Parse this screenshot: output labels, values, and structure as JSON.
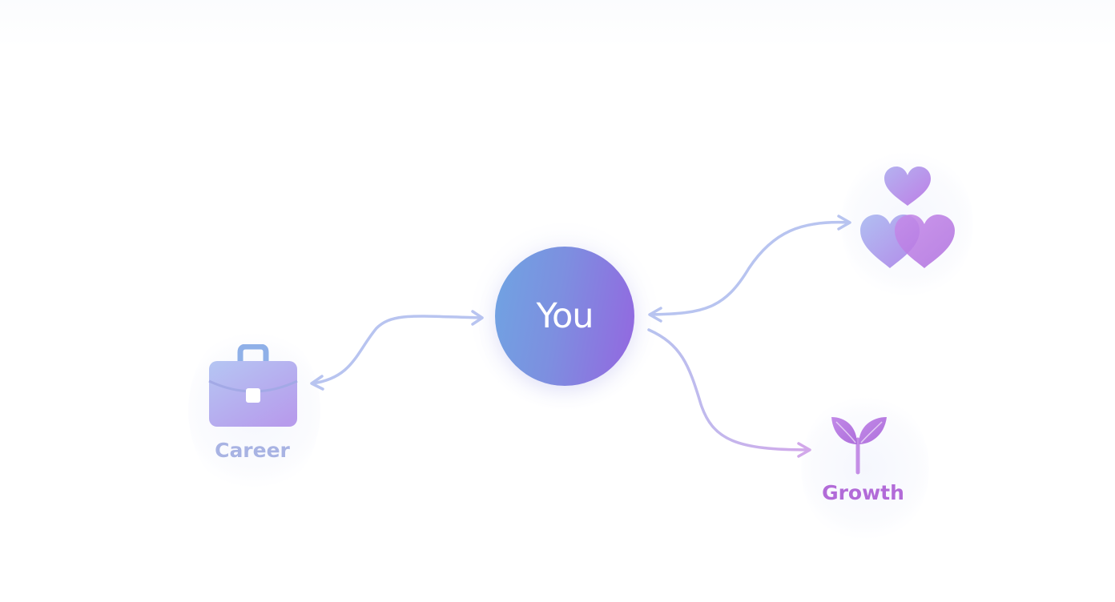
{
  "center": {
    "label": "You"
  },
  "nodes": {
    "career": {
      "label": "Career",
      "icon": "briefcase-icon"
    },
    "relationships": {
      "icon": "hearts-icon"
    },
    "growth": {
      "label": "Growth",
      "icon": "sprout-icon"
    }
  },
  "colors": {
    "center_gradient_start": "#6fa4e2",
    "center_gradient_end": "#9466e0",
    "career_label": "#a8b3e3",
    "growth_label": "#b26bd8",
    "connector": "#b8c4f0"
  }
}
